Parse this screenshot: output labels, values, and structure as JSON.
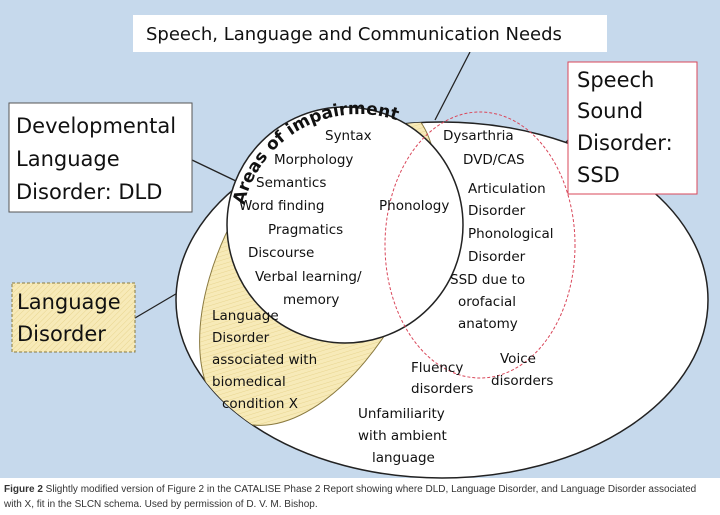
{
  "colors": {
    "background": "#c6d9ec",
    "language_disorder_fill": "#f7eab8",
    "ssd_outline": "#d9475a"
  },
  "title_box": "Speech, Language and Communication Needs",
  "dld_box": [
    "Developmental",
    "Language",
    "Disorder: DLD"
  ],
  "language_disorder_box": [
    "Language",
    "Disorder"
  ],
  "ssd_box": [
    "Speech",
    "Sound",
    "Disorder:",
    "SSD"
  ],
  "areas": {
    "heading": "Areas of impairment",
    "items": [
      "Syntax",
      "Morphology",
      "Semantics",
      "Word finding",
      "Pragmatics",
      "Discourse",
      "Verbal learning/",
      "memory"
    ],
    "phonology": "Phonology"
  },
  "ssd_items": [
    "Dysarthria",
    "DVD/CAS",
    "Articulation",
    "Disorder",
    "Phonological",
    "Disorder",
    "SSD due to",
    "orofacial",
    "anatomy"
  ],
  "language_disorder_x": [
    "Language",
    "Disorder",
    "associated with",
    "biomedical",
    "condition X"
  ],
  "other_needs": {
    "fluency": [
      "Fluency",
      "disorders"
    ],
    "voice": [
      "Voice",
      "disorders"
    ],
    "ambient": [
      "Unfamiliarity",
      "with ambient",
      "language"
    ]
  },
  "caption": {
    "label": "Figure 2",
    "text": " Slightly modified version of Figure 2 in the CATALISE Phase 2 Report showing where DLD, Language Disorder, and Language Disorder associated with X, fit in the SLCN schema. Used by permission of D. V. M. Bishop."
  }
}
